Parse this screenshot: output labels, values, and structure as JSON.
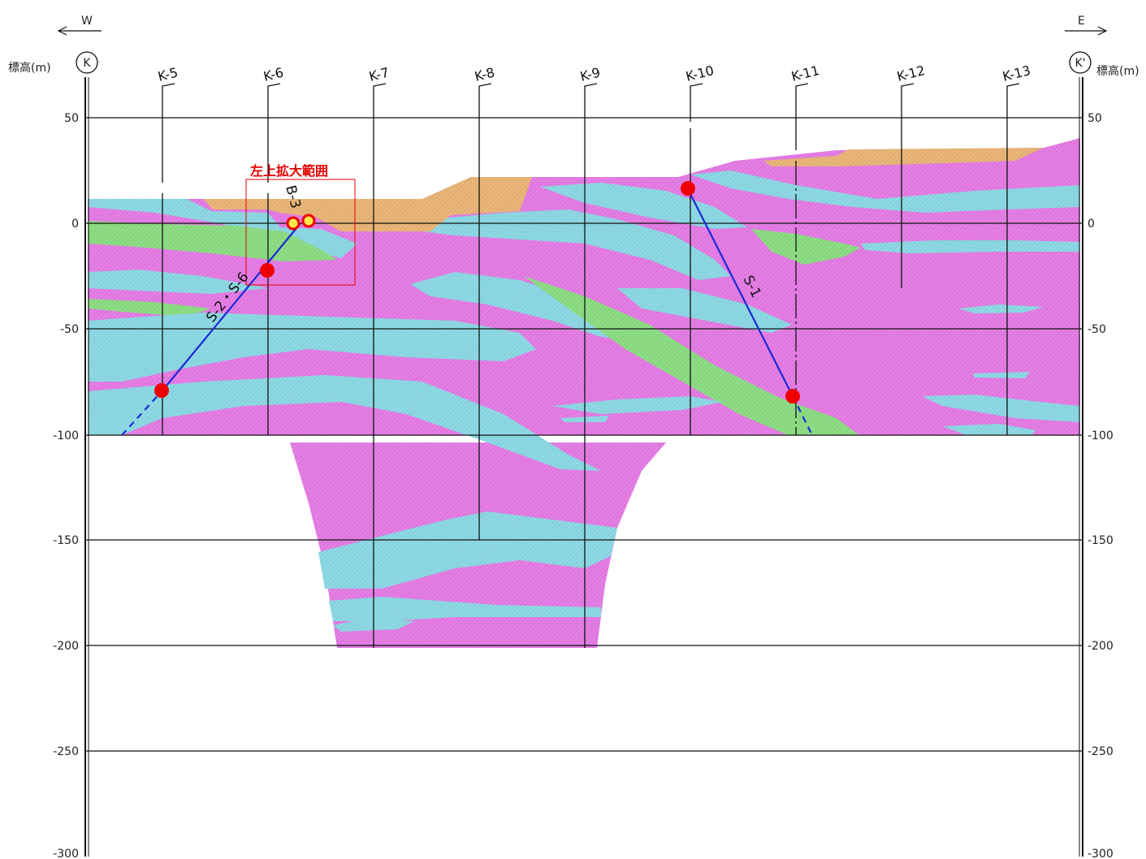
{
  "header": {
    "west_label": "W",
    "east_label": "E",
    "left_section_mark": "K",
    "right_section_mark": "K'",
    "left_axis_title": "標高(m)",
    "right_axis_title": "標高(m)"
  },
  "elevation_axis": {
    "ticks": [
      {
        "value": 50,
        "label": "50"
      },
      {
        "value": 0,
        "label": "0"
      },
      {
        "value": -50,
        "label": "-50"
      },
      {
        "value": -100,
        "label": "-100"
      },
      {
        "value": -150,
        "label": "-150"
      },
      {
        "value": -200,
        "label": "-200"
      },
      {
        "value": -250,
        "label": "-250"
      },
      {
        "value": -300,
        "label": "-300"
      }
    ]
  },
  "boreholes": [
    {
      "name": "K-5"
    },
    {
      "name": "K-6"
    },
    {
      "name": "K-7"
    },
    {
      "name": "K-8"
    },
    {
      "name": "K-9"
    },
    {
      "name": "K-10"
    },
    {
      "name": "K-11"
    },
    {
      "name": "K-12"
    },
    {
      "name": "K-13"
    }
  ],
  "annotations": {
    "zoom_box_label": "左上拡大範囲",
    "fault_labels": [
      "S-2・S-6",
      "S-1",
      "B-3"
    ]
  },
  "colors": {
    "pink_layer": "#e47fe4",
    "cyan_layer": "#8fd8e3",
    "green_layer": "#8fdc86",
    "orange_layer": "#e8b67a",
    "fault_line": "#1a2ad6",
    "marker_red": "#ee0000",
    "marker_yellow": "#ffe94a",
    "zoom_box": "#e60000"
  }
}
